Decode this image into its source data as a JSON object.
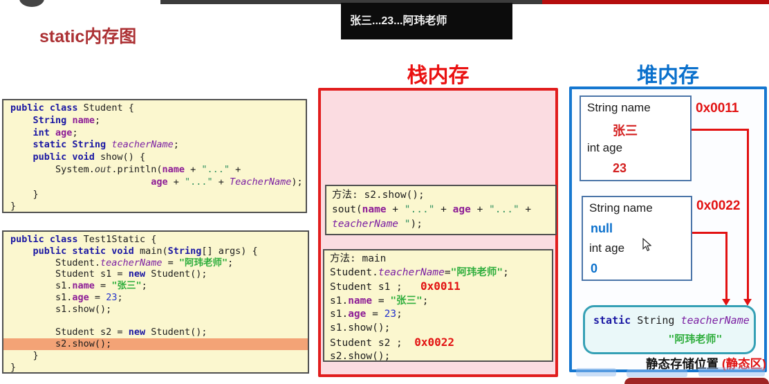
{
  "header": {
    "slide_title": "static内存图",
    "console_output": "张三...23...阿玮老师"
  },
  "colors": {
    "stack_accent": "#e11d1d",
    "heap_accent": "#1577d0",
    "code_background": "#fbf7cf",
    "stack_background": "#fbdce1",
    "static_background": "#eaf8f9",
    "static_border": "#35a0b5",
    "highlight_line": "#f3a376",
    "address_red": "#e21212",
    "value_blue": "#0a70cc",
    "value_red": "#d42020",
    "string_green": "#2fae3d"
  },
  "code_student": {
    "lines": [
      [
        {
          "t": "public class",
          "c": "k"
        },
        {
          "t": " Student {",
          "c": "p"
        }
      ],
      [
        {
          "t": "    ",
          "c": "p"
        },
        {
          "t": "String",
          "c": "k"
        },
        {
          "t": " ",
          "c": "p"
        },
        {
          "t": "name",
          "c": "f"
        },
        {
          "t": ";",
          "c": "p"
        }
      ],
      [
        {
          "t": "    ",
          "c": "p"
        },
        {
          "t": "int",
          "c": "k"
        },
        {
          "t": " ",
          "c": "p"
        },
        {
          "t": "age",
          "c": "f"
        },
        {
          "t": ";",
          "c": "p"
        }
      ],
      [
        {
          "t": "    ",
          "c": "p"
        },
        {
          "t": "static String",
          "c": "k"
        },
        {
          "t": " ",
          "c": "p"
        },
        {
          "t": "teacherName",
          "c": "i"
        },
        {
          "t": ";",
          "c": "p"
        }
      ],
      [
        {
          "t": "    ",
          "c": "p"
        },
        {
          "t": "public void",
          "c": "k"
        },
        {
          "t": " show() {",
          "c": "p"
        }
      ],
      [
        {
          "t": "        System.",
          "c": "p"
        },
        {
          "t": "out",
          "c": "it"
        },
        {
          "t": ".println(",
          "c": "p"
        },
        {
          "t": "name",
          "c": "f"
        },
        {
          "t": " + ",
          "c": "p"
        },
        {
          "t": "\"...\"",
          "c": "s"
        },
        {
          "t": " +",
          "c": "p"
        }
      ],
      [
        {
          "t": "                         ",
          "c": "p"
        },
        {
          "t": "age",
          "c": "f"
        },
        {
          "t": " + ",
          "c": "p"
        },
        {
          "t": "\"...\"",
          "c": "s"
        },
        {
          "t": " + ",
          "c": "p"
        },
        {
          "t": "TeacherName",
          "c": "i"
        },
        {
          "t": ");",
          "c": "p"
        }
      ],
      [
        {
          "t": "    }",
          "c": "p"
        }
      ],
      [
        {
          "t": "}",
          "c": "p"
        }
      ]
    ]
  },
  "code_test": {
    "highlight": 9,
    "lines": [
      [
        {
          "t": "public class",
          "c": "k"
        },
        {
          "t": " Test1Static {",
          "c": "p"
        }
      ],
      [
        {
          "t": "    ",
          "c": "p"
        },
        {
          "t": "public static void",
          "c": "k"
        },
        {
          "t": " main(",
          "c": "p"
        },
        {
          "t": "String",
          "c": "k"
        },
        {
          "t": "[] args) {",
          "c": "p"
        }
      ],
      [
        {
          "t": "        Student.",
          "c": "p"
        },
        {
          "t": "teacherName",
          "c": "i"
        },
        {
          "t": " = ",
          "c": "p"
        },
        {
          "t": "\"阿玮老师\"",
          "c": "cs"
        },
        {
          "t": ";",
          "c": "p"
        }
      ],
      [
        {
          "t": "        Student s1 = ",
          "c": "p"
        },
        {
          "t": "new",
          "c": "k"
        },
        {
          "t": " Student();",
          "c": "p"
        }
      ],
      [
        {
          "t": "        s1.",
          "c": "p"
        },
        {
          "t": "name",
          "c": "f"
        },
        {
          "t": " = ",
          "c": "p"
        },
        {
          "t": "\"张三\"",
          "c": "cs"
        },
        {
          "t": ";",
          "c": "p"
        }
      ],
      [
        {
          "t": "        s1.",
          "c": "p"
        },
        {
          "t": "age",
          "c": "f"
        },
        {
          "t": " = ",
          "c": "p"
        },
        {
          "t": "23",
          "c": "n"
        },
        {
          "t": ";",
          "c": "p"
        }
      ],
      [
        {
          "t": "        s1.show();",
          "c": "p"
        }
      ],
      [],
      [
        {
          "t": "        Student s2 = ",
          "c": "p"
        },
        {
          "t": "new",
          "c": "k"
        },
        {
          "t": " Student();",
          "c": "p"
        }
      ],
      [
        {
          "t": "        s2.show();",
          "c": "p"
        }
      ],
      [
        {
          "t": "    }",
          "c": "p"
        }
      ],
      [
        {
          "t": "}",
          "c": "p"
        }
      ]
    ]
  },
  "stack": {
    "title": "栈内存",
    "frame_show": {
      "lines": [
        [
          {
            "t": "方法: s2.show();",
            "c": "p"
          }
        ],
        [
          {
            "t": "sout(",
            "c": "p"
          },
          {
            "t": "name",
            "c": "f"
          },
          {
            "t": " + ",
            "c": "p"
          },
          {
            "t": "\"...\"",
            "c": "s"
          },
          {
            "t": " + ",
            "c": "p"
          },
          {
            "t": "age",
            "c": "f"
          },
          {
            "t": " + ",
            "c": "p"
          },
          {
            "t": "\"...\"",
            "c": "s"
          },
          {
            "t": " +",
            "c": "p"
          }
        ],
        [
          {
            "t": "teacherName ",
            "c": "i"
          },
          {
            "t": "\"",
            "c": "s"
          },
          {
            "t": ");",
            "c": "p"
          }
        ]
      ]
    },
    "frame_main": {
      "lines": [
        [
          {
            "t": "方法: main",
            "c": "p"
          }
        ],
        [
          {
            "t": "Student.",
            "c": "p"
          },
          {
            "t": "teacherName",
            "c": "i"
          },
          {
            "t": "=",
            "c": "p"
          },
          {
            "t": "\"阿玮老师\"",
            "c": "cs"
          },
          {
            "t": ";",
            "c": "p"
          }
        ],
        [
          {
            "t": "Student s1 ;   ",
            "c": "p"
          },
          {
            "t": "0x0011",
            "c": "r"
          }
        ],
        [
          {
            "t": "s1.",
            "c": "p"
          },
          {
            "t": "name",
            "c": "f"
          },
          {
            "t": " = ",
            "c": "p"
          },
          {
            "t": "\"张三\"",
            "c": "cs"
          },
          {
            "t": ";",
            "c": "p"
          }
        ],
        [
          {
            "t": "s1.",
            "c": "p"
          },
          {
            "t": "age",
            "c": "f"
          },
          {
            "t": " = ",
            "c": "p"
          },
          {
            "t": "23",
            "c": "n"
          },
          {
            "t": ";",
            "c": "p"
          }
        ],
        [
          {
            "t": "s1.show();",
            "c": "p"
          }
        ],
        [
          {
            "t": "Student s2 ;  ",
            "c": "p"
          },
          {
            "t": "0x0022",
            "c": "r"
          }
        ],
        [
          {
            "t": "s2.show();",
            "c": "p"
          }
        ]
      ]
    }
  },
  "heap": {
    "title": "堆内存",
    "box1": {
      "field1": "String name",
      "value1": "张三",
      "field2": "int age",
      "value2": "23",
      "address": "0x0011"
    },
    "box2": {
      "field1": "String name",
      "value1": "null",
      "field2": "int age",
      "value2": "0",
      "address": "0x0022"
    },
    "static_box": {
      "lines": [
        [
          {
            "t": "static",
            "c": "k"
          },
          {
            "t": " String ",
            "c": "p"
          },
          {
            "t": "teacherName",
            "c": "i"
          }
        ],
        [
          {
            "t": "            ",
            "c": "p"
          },
          {
            "t": "\"阿玮老师\"",
            "c": "cs"
          }
        ]
      ]
    },
    "caption_black": "静态存储位置",
    "caption_red": "(静态区)"
  }
}
